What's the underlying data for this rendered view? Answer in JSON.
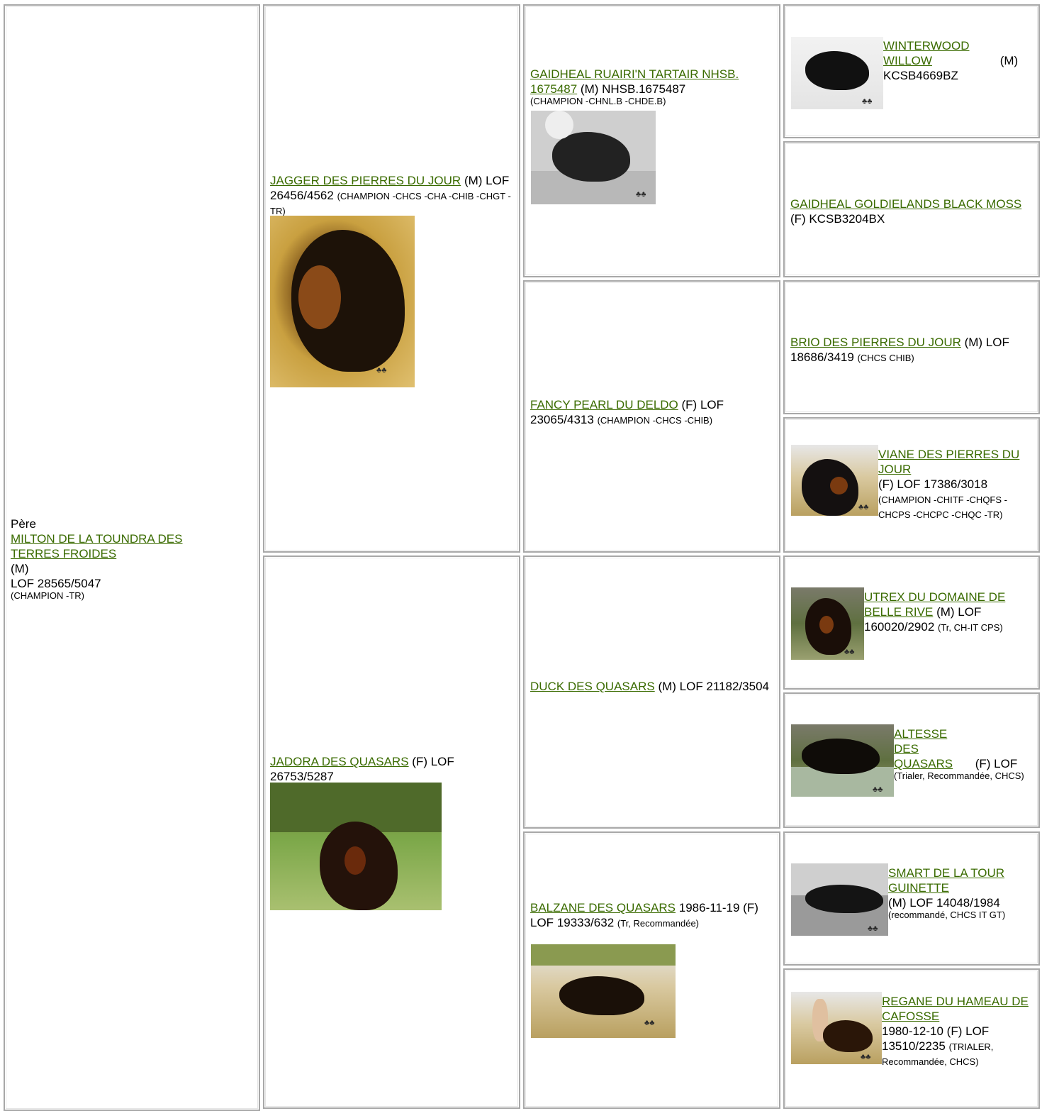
{
  "pere": {
    "label": "Père",
    "name": "MILTON DE LA TOUNDRA DES TERRES FROIDES",
    "sex": "(M)",
    "reg": "LOF 28565/5047",
    "titles": "(CHAMPION -TR)"
  },
  "gen1": [
    {
      "name": "JAGGER DES PIERRES DU JOUR",
      "info": "(M) LOF 26456/4562",
      "titles": "(CHAMPION -CHCS -CHA -CHIB -CHGT -TR)"
    },
    {
      "name": "JADORA DES QUASARS",
      "info": "(F) LOF 26753/5287",
      "titles": ""
    }
  ],
  "gen2": [
    {
      "name": "GAIDHEAL RUAIRI'N TARTAIR NHSB. 1675487",
      "info": "(M) NHSB.1675487",
      "titles": "(CHAMPION -CHNL.B -CHDE.B)"
    },
    {
      "name": "FANCY PEARL DU DELDO",
      "info": "(F) LOF 23065/4313",
      "titles": "(CHAMPION -CHCS -CHIB)"
    },
    {
      "name": "DUCK DES QUASARS",
      "info": "(M) LOF 21182/3504",
      "titles": ""
    },
    {
      "name": "BALZANE DES QUASARS",
      "info": "1986-11-19 (F) LOF 19333/632",
      "titles": "(Tr, Recommandée)"
    }
  ],
  "gen3": [
    {
      "name": "WINTERWOOD WILLOW",
      "info": "(M) KCSB4669BZ",
      "titles": ""
    },
    {
      "name": "GAIDHEAL GOLDIELANDS BLACK MOSS",
      "info": "(F) KCSB3204BX",
      "titles": ""
    },
    {
      "name": "BRIO DES PIERRES DU JOUR",
      "info": "(M) LOF 18686/3419",
      "titles": "(CHCS CHIB)"
    },
    {
      "name": "VIANE DES PIERRES DU JOUR",
      "info": "(F) LOF 17386/3018",
      "titles": "(CHAMPION -CHITF -CHQFS -CHCPS -CHCPC -CHQC -TR)"
    },
    {
      "name": "UTREX DU DOMAINE DE BELLE RIVE",
      "info": "(M) LOF 160020/2902",
      "titles": "(Tr, CH-IT CPS)"
    },
    {
      "name": "ALTESSE DES QUASARS",
      "info": "(F) LOF",
      "titles": "(Trialer, Recommandée, CHCS)"
    },
    {
      "name": "SMART DE LA TOUR GUINETTE",
      "info": "(M) LOF 14048/1984",
      "titles": "(recommandé, CHCS IT GT)"
    },
    {
      "name": "REGANE DU HAMEAU DE CAFOSSE",
      "info": "1980-12-10 (F) LOF 13510/2235",
      "titles": "(TRIALER, Recommandée, CHCS)"
    }
  ]
}
